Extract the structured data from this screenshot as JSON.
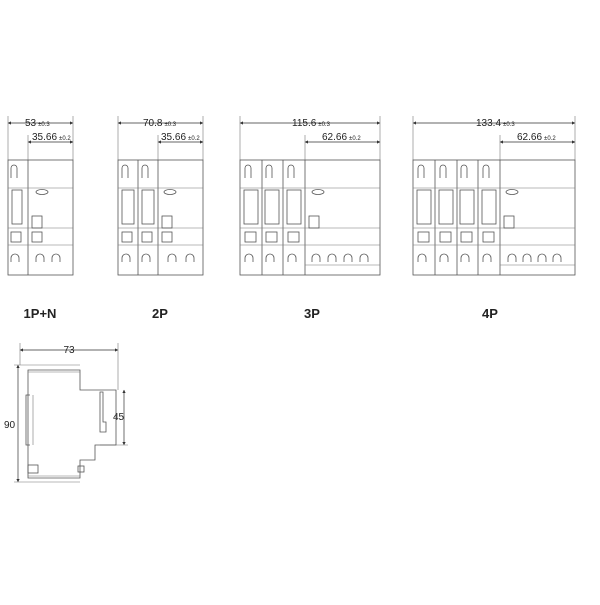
{
  "front_views": [
    {
      "id": "1pn",
      "pole_label": "1P+N",
      "overall_width": "53",
      "overall_tol": "±0.3",
      "module_width": "35.66",
      "module_tol": "±0.2",
      "poles": 1
    },
    {
      "id": "2p",
      "pole_label": "2P",
      "overall_width": "70.8",
      "overall_tol": "±0.3",
      "module_width": "35.66",
      "module_tol": "±0.2",
      "poles": 2
    },
    {
      "id": "3p",
      "pole_label": "3P",
      "overall_width": "115.6",
      "overall_tol": "±0.3",
      "module_width": "62.66",
      "module_tol": "±0.2",
      "poles": 3
    },
    {
      "id": "4p",
      "pole_label": "4P",
      "overall_width": "133.4",
      "overall_tol": "±0.3",
      "module_width": "62.66",
      "module_tol": "±0.2",
      "poles": 4
    }
  ],
  "side_view": {
    "depth": "73",
    "height": "90",
    "front_height": "45"
  },
  "colors": {
    "line": "#555555",
    "text": "#222222",
    "background": "#ffffff"
  }
}
